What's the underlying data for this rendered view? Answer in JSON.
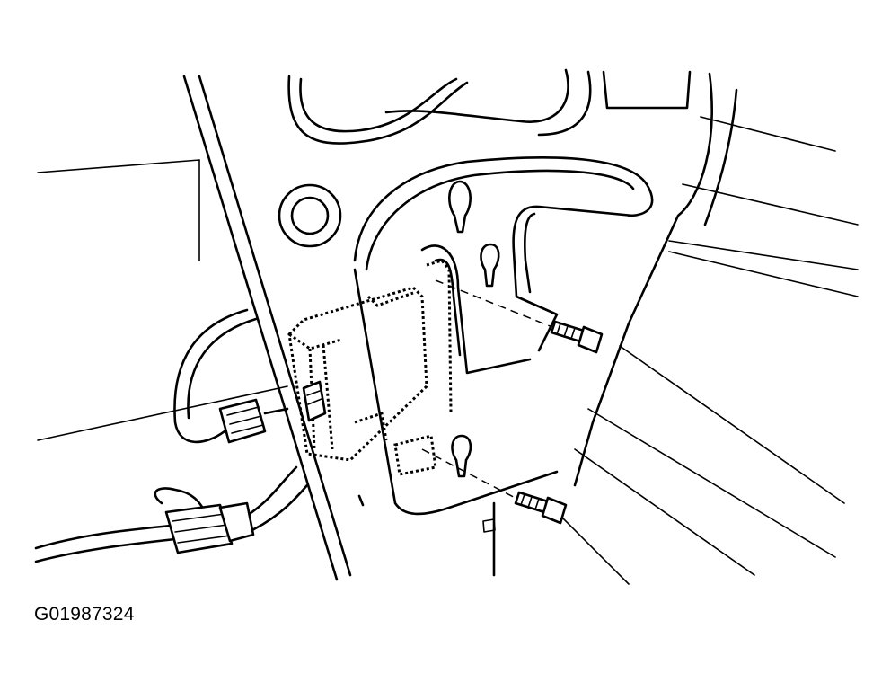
{
  "figure": {
    "code": "G01987324",
    "parts": [
      "door-panel",
      "control-module",
      "bolt",
      "bolt",
      "wiring-harness",
      "connector"
    ]
  }
}
